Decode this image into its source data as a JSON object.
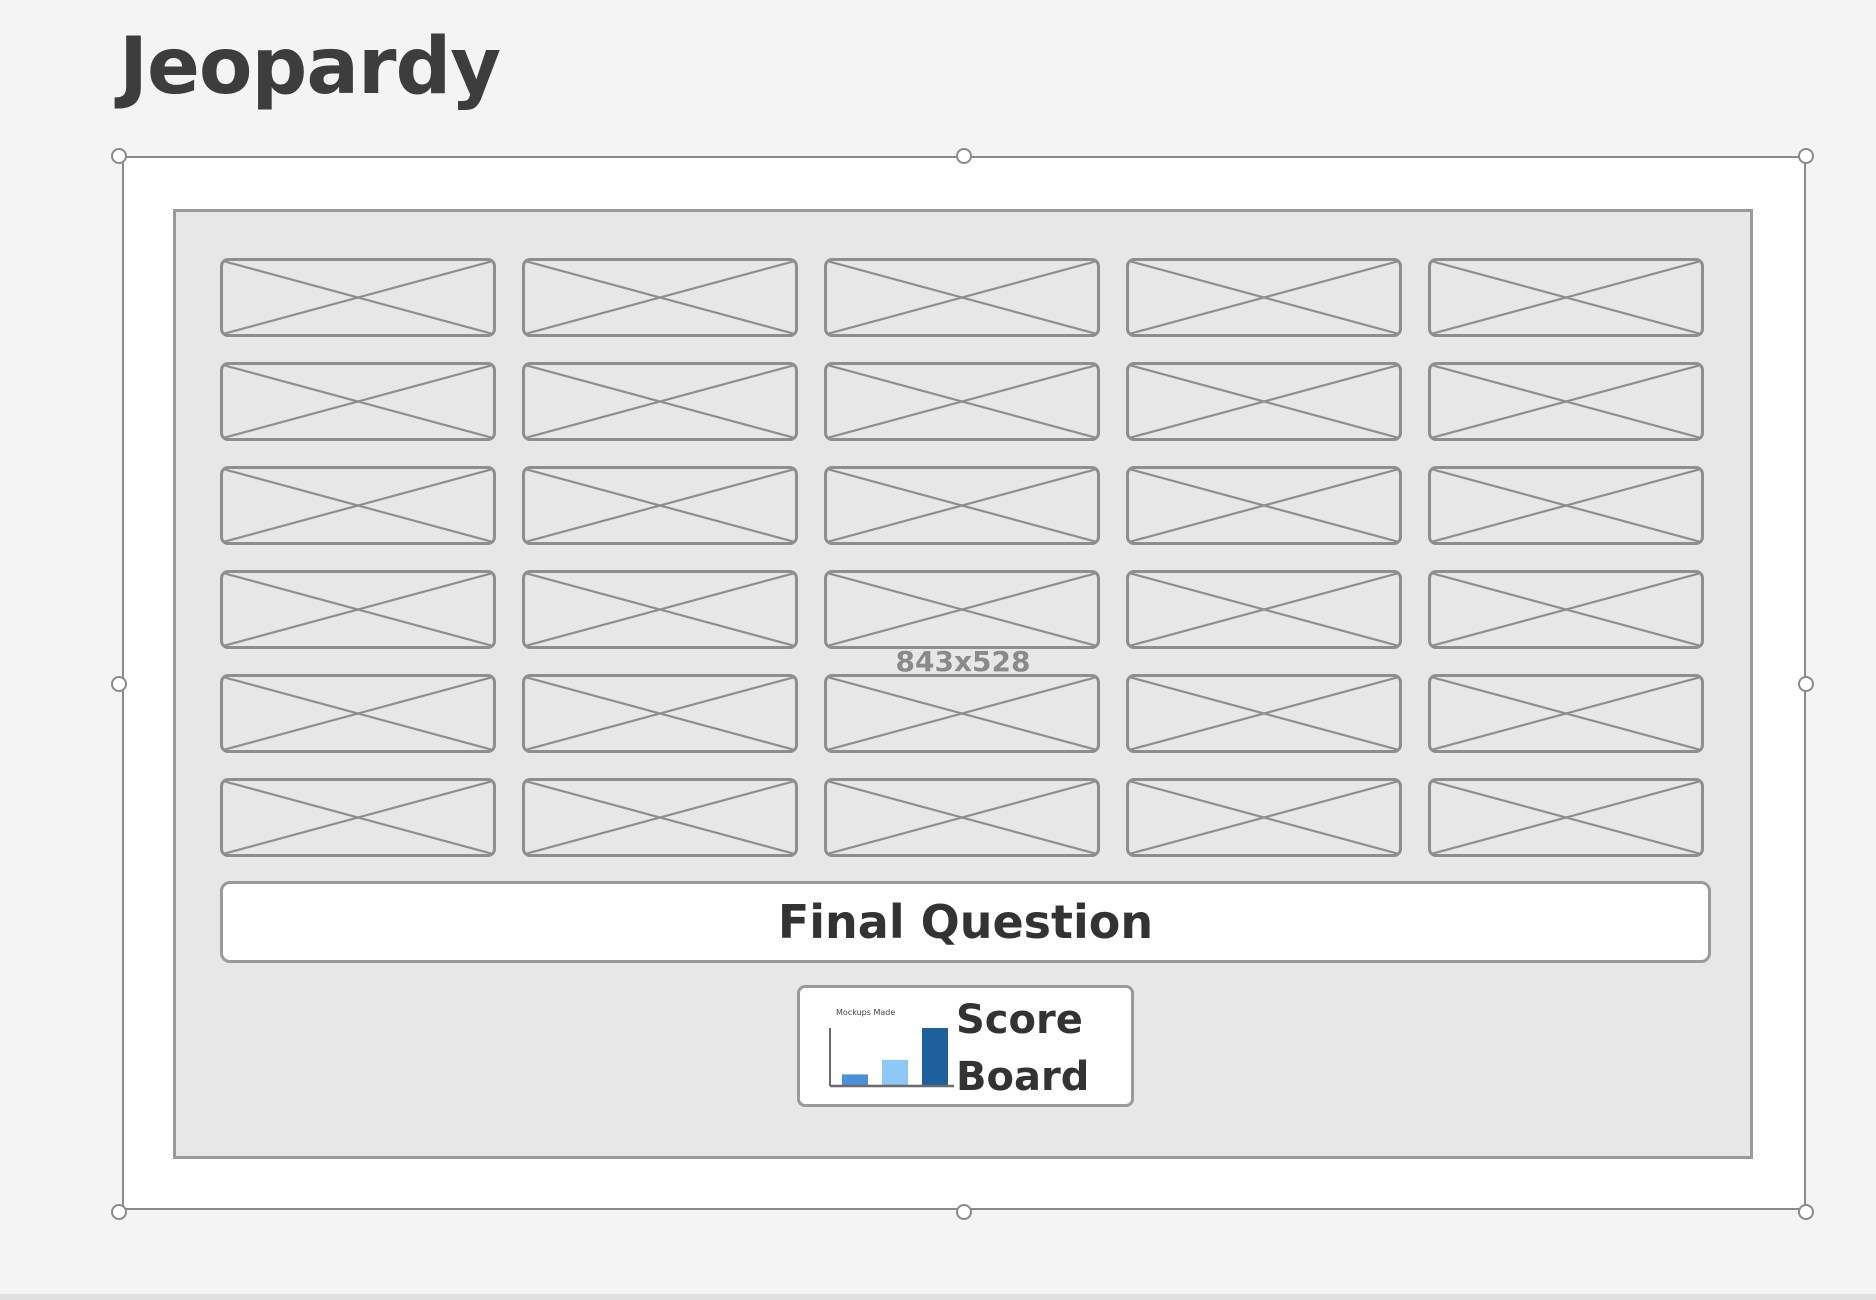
{
  "page": {
    "title": "Jeopardy"
  },
  "board": {
    "rows": 6,
    "columns": 5,
    "cell_kind": "image placeholder",
    "dimension_label": "843x528",
    "final_question_label": "Final Question",
    "score_board": {
      "label_line1": "Score",
      "label_line2": "Board",
      "thumbnail_caption": "Mockups Made",
      "thumbnail_bar_levels": [
        0.2,
        0.45,
        1.0
      ],
      "thumbnail_bar_colors": [
        "#4a90d9",
        "#8ec8f5",
        "#1e5f9e"
      ]
    }
  },
  "colors": {
    "background": "#f4f4f4",
    "board_fill": "#e7e7e7",
    "placeholder_stroke": "#8e8e8e",
    "text": "#333333"
  }
}
